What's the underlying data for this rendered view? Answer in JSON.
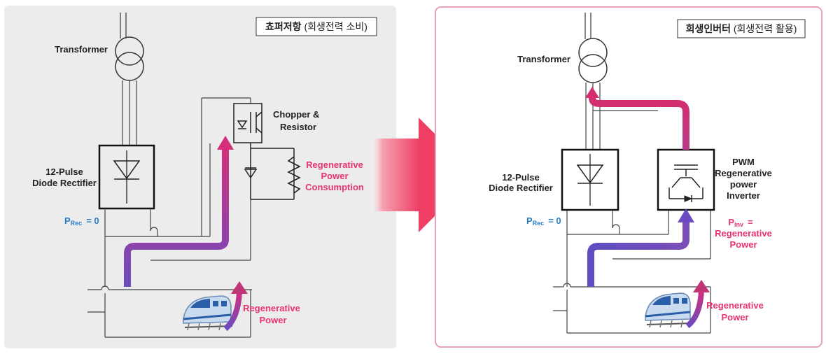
{
  "left_panel": {
    "title_bold": "쵸퍼저항",
    "title_rest": " (회생전력 소비)",
    "transformer": "Transformer",
    "rectifier_line1": "12-Pulse",
    "rectifier_line2": "Diode Rectifier",
    "prec_main": "P",
    "prec_sub": "Rec",
    "prec_value": "= 0",
    "chopper_line1": "Chopper &",
    "chopper_line2": "Resistor",
    "consumption_line1": "Regenerative",
    "consumption_line2": "Power",
    "consumption_line3": "Consumption",
    "regen_line1": "Regenerative",
    "regen_line2": "Power"
  },
  "right_panel": {
    "title_bold": "회생인버터",
    "title_rest": " (회생전력 활용)",
    "transformer": "Transformer",
    "rectifier_line1": "12-Pulse",
    "rectifier_line2": "Diode Rectifier",
    "prec_main": "P",
    "prec_sub": "Rec",
    "prec_value": "= 0",
    "inverter_line1": "PWM",
    "inverter_line2": "Regenerative",
    "inverter_line3": "power",
    "inverter_line4": "Inverter",
    "pinv_main": "P",
    "pinv_sub": "inv",
    "pinv_eq": "=",
    "pinv_line2": "Regenerative",
    "pinv_line3": "Power",
    "regen_line1": "Regenerative",
    "regen_line2": "Power"
  },
  "colors": {
    "accent_pink": "#e8336d",
    "accent_blue": "#2a7cc7",
    "panel_left_bg": "#ececed",
    "panel_right_border": "#e6a3b6"
  }
}
